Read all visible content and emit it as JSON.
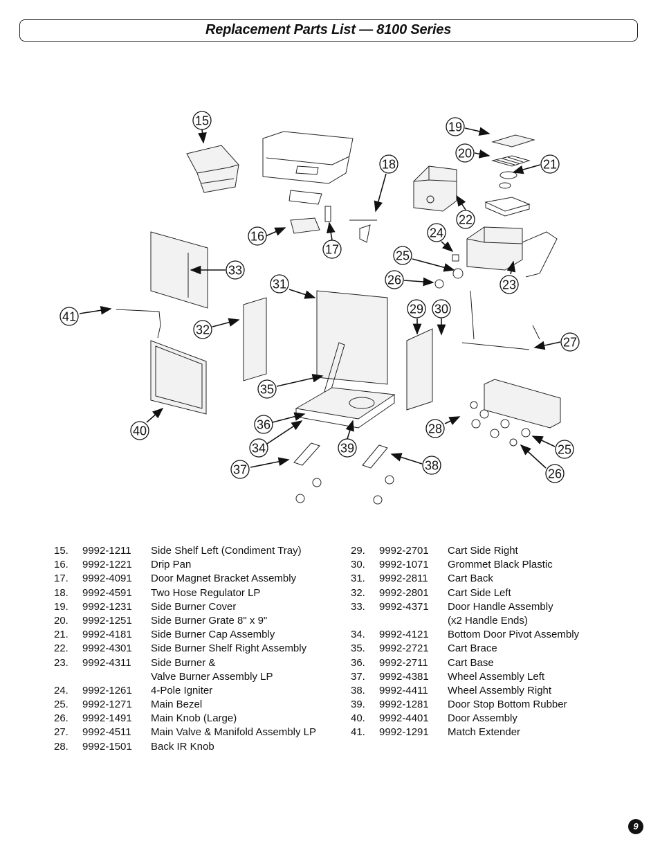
{
  "header": {
    "title": "Replacement Parts List — 8100 Series"
  },
  "callouts": {
    "c15": "15",
    "c16": "16",
    "c17": "17",
    "c18": "18",
    "c19": "19",
    "c20": "20",
    "c21": "21",
    "c22": "22",
    "c23": "23",
    "c24": "24",
    "c25a": "25",
    "c26a": "26",
    "c27": "27",
    "c28": "28",
    "c29": "29",
    "c30": "30",
    "c31": "31",
    "c32": "32",
    "c33": "33",
    "c34": "34",
    "c35": "35",
    "c36": "36",
    "c37": "37",
    "c38": "38",
    "c39": "39",
    "c40": "40",
    "c41": "41",
    "c25b": "25",
    "c26b": "26"
  },
  "parts_left": [
    {
      "num": "15.",
      "code": "9992-1211",
      "desc": "Side Shelf Left (Condiment Tray)"
    },
    {
      "num": "16.",
      "code": "9992-1221",
      "desc": "Drip Pan"
    },
    {
      "num": "17.",
      "code": "9992-4091",
      "desc": "Door Magnet Bracket Assembly"
    },
    {
      "num": "18.",
      "code": "9992-4591",
      "desc": "Two Hose Regulator LP"
    },
    {
      "num": "19.",
      "code": "9992-1231",
      "desc": "Side Burner Cover"
    },
    {
      "num": "20.",
      "code": "9992-1251",
      "desc": "Side Burner Grate 8\" x 9\""
    },
    {
      "num": "21.",
      "code": "9992-4181",
      "desc": "Side Burner Cap Assembly"
    },
    {
      "num": "22.",
      "code": "9992-4301",
      "desc": "Side Burner Shelf Right Assembly"
    },
    {
      "num": "23.",
      "code": "9992-4311",
      "desc": "Side Burner &",
      "desc2": "Valve Burner Assembly LP"
    },
    {
      "num": "24.",
      "code": "9992-1261",
      "desc": "4-Pole Igniter"
    },
    {
      "num": "25.",
      "code": "9992-1271",
      "desc": "Main Bezel"
    },
    {
      "num": "26.",
      "code": "9992-1491",
      "desc": "Main Knob (Large)"
    },
    {
      "num": "27.",
      "code": "9992-4511",
      "desc": "Main Valve & Manifold Assembly LP"
    },
    {
      "num": "28.",
      "code": "9992-1501",
      "desc": "Back IR Knob"
    }
  ],
  "parts_right": [
    {
      "num": "29.",
      "code": "9992-2701",
      "desc": "Cart Side Right"
    },
    {
      "num": "30.",
      "code": "9992-1071",
      "desc": "Grommet Black Plastic"
    },
    {
      "num": "31.",
      "code": "9992-2811",
      "desc": "Cart Back"
    },
    {
      "num": "32.",
      "code": "9992-2801",
      "desc": "Cart Side Left"
    },
    {
      "num": "33.",
      "code": "9992-4371",
      "desc": "Door Handle Assembly",
      "desc2": "(x2 Handle Ends)"
    },
    {
      "num": "34.",
      "code": "9992-4121",
      "desc": "Bottom Door Pivot Assembly"
    },
    {
      "num": "35.",
      "code": "9992-2721",
      "desc": "Cart Brace"
    },
    {
      "num": "36.",
      "code": "9992-2711",
      "desc": "Cart Base"
    },
    {
      "num": "37.",
      "code": "9992-4381",
      "desc": "Wheel Assembly Left"
    },
    {
      "num": "38.",
      "code": "9992-4411",
      "desc": "Wheel Assembly Right"
    },
    {
      "num": "39.",
      "code": "9992-1281",
      "desc": "Door Stop Bottom Rubber"
    },
    {
      "num": "40.",
      "code": "9992-4401",
      "desc": "Door Assembly"
    },
    {
      "num": "41.",
      "code": "9992-1291",
      "desc": "Match Extender"
    }
  ],
  "footer": {
    "page_number": "9"
  }
}
